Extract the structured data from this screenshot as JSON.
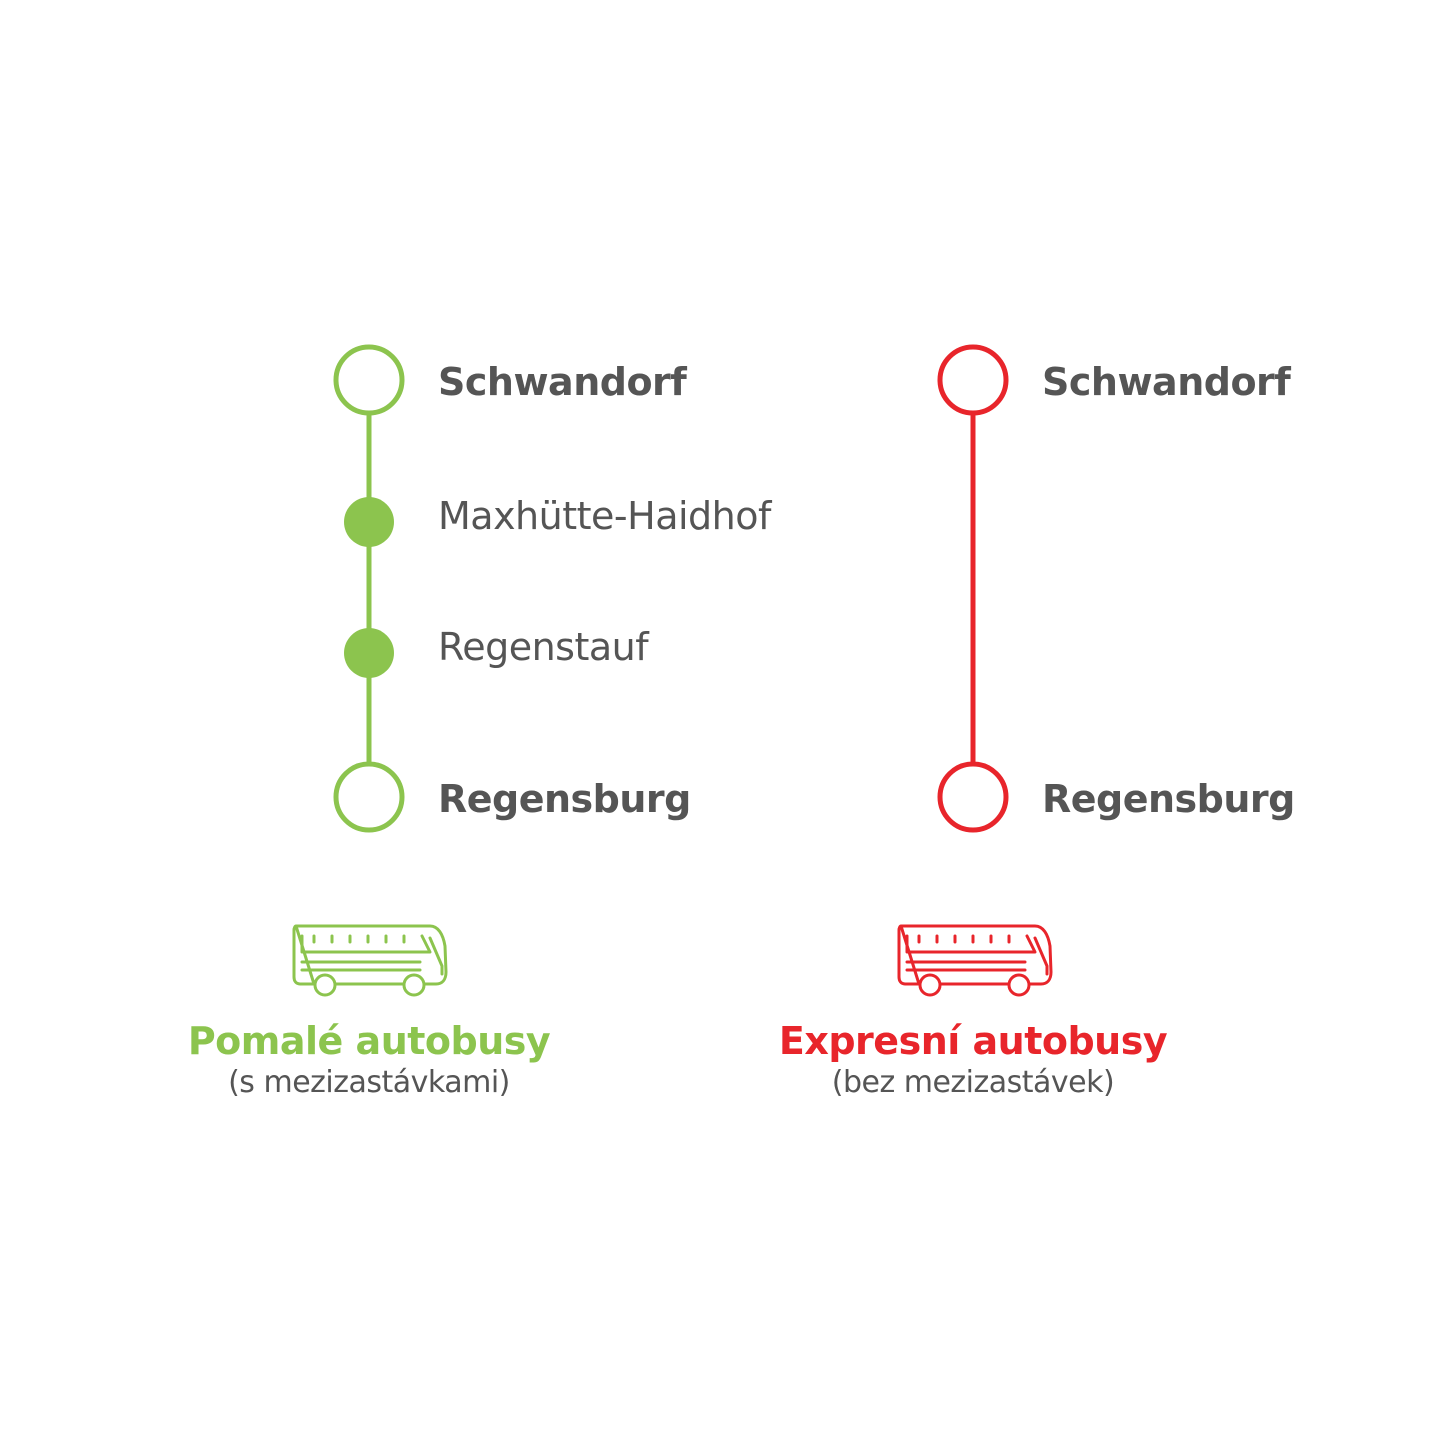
{
  "colors": {
    "slow": "#8cc44e",
    "express": "#e8252b",
    "text": "#555555"
  },
  "slow_route": {
    "stops": [
      {
        "name": "Schwandorf",
        "kind": "terminal"
      },
      {
        "name": "Maxhütte-Haidhof",
        "kind": "intermediate"
      },
      {
        "name": "Regenstauf",
        "kind": "intermediate"
      },
      {
        "name": "Regensburg",
        "kind": "terminal"
      }
    ],
    "icon": "bus-icon",
    "title": "Pomalé autobusy",
    "subtitle": "(s mezizastávkami)"
  },
  "express_route": {
    "stops": [
      {
        "name": "Schwandorf",
        "kind": "terminal"
      },
      {
        "name": "Regensburg",
        "kind": "terminal"
      }
    ],
    "icon": "bus-icon",
    "title": "Expresní autobusy",
    "subtitle": "(bez mezizastávek)"
  }
}
